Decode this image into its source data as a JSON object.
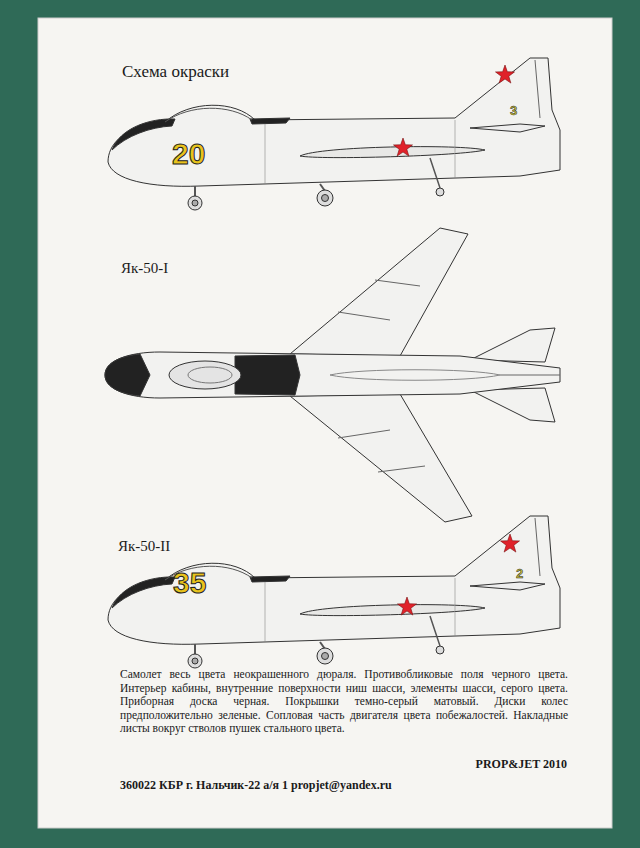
{
  "diagram": {
    "title": "Схема окраски",
    "labels": [
      "20",
      "3",
      "Як-50-I",
      "Як-50-II",
      "35",
      "2",
      "Самолет весь цвета неокрашенного дюраля. Противобликовые поля черного цвета. Интерьер кабины, внутренние поверхности ниш шасси, элементы шасси, серого цвета. Приборная доска черная. Покрышки темно-серый матовый. Диски колес предположительно зеленые. Сопловая часть двигателя цвета побежалостей. Накладные листы вокруг стволов пушек стального цвета.",
      "PROP&JET 2010",
      "360022 КБР г. Нальчик-22 а/я 1 propjet@yandex.ru"
    ]
  }
}
